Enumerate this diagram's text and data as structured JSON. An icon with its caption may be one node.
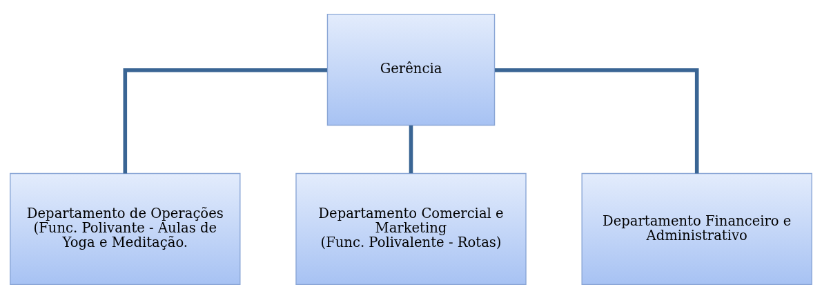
{
  "diagram": {
    "nodes": [
      {
        "text": [
          "Gerência"
        ]
      },
      {
        "text": [
          "Departamento de Operações",
          "(Func. Polivante - Aulas de Yoga e Meditação."
        ]
      },
      {
        "text": [
          "Departamento Comercial e Marketing",
          "(Func. Polivalente - Rotas)"
        ]
      },
      {
        "text": [
          "Departamento Financeiro e Administrativo"
        ]
      }
    ],
    "edges": [
      {
        "from": 0,
        "to": 1,
        "arrow": "none"
      },
      {
        "from": 0,
        "to": 2,
        "arrow": "none"
      },
      {
        "from": 0,
        "to": 3,
        "arrow": "none"
      }
    ]
  }
}
